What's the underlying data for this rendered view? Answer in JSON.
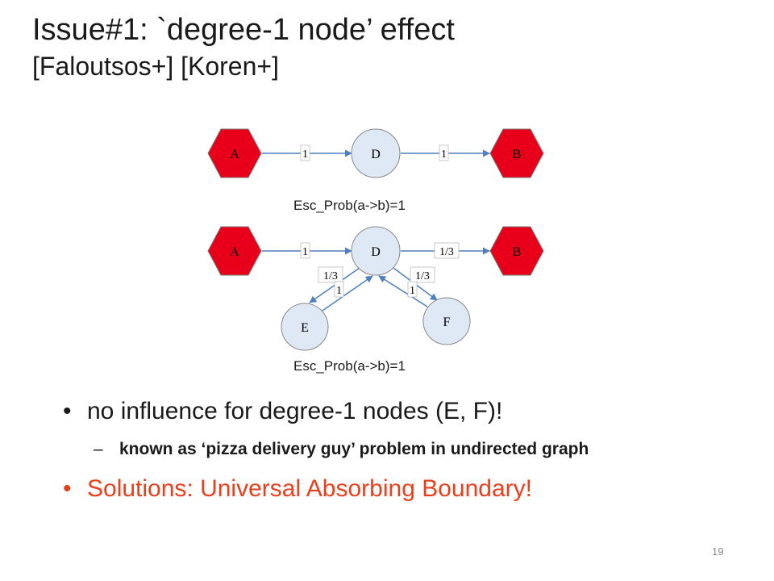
{
  "slide": {
    "title_line1": "Issue#1: `degree-1 node’ effect",
    "title_line2": "[Faloutsos+] [Koren+]",
    "page_number": "19"
  },
  "diagram1": {
    "nodes": {
      "A": "A",
      "D": "D",
      "B": "B"
    },
    "edges": {
      "a_d": "1",
      "d_b": "1"
    },
    "caption": "Esc_Prob(a->b)=1"
  },
  "diagram2": {
    "nodes": {
      "A": "A",
      "D": "D",
      "B": "B",
      "E": "E",
      "F": "F"
    },
    "edges": {
      "a_d": "1",
      "d_b": "1/3",
      "d_e": "1/3",
      "e_d": "1",
      "d_f": "1/3",
      "f_d": "1"
    },
    "caption": "Esc_Prob(a->b)=1"
  },
  "bullets": {
    "b1": "no influence for degree-1 nodes (E, F)!",
    "sub1": "known as ‘pizza delivery guy’ problem in undirected graph",
    "b2": "Solutions: Universal Absorbing Boundary!"
  },
  "colors": {
    "hexagon_fill": "#e8001a",
    "circle_fill": "#dfe8f5",
    "edge": "#4f7fc0",
    "accent_text": "#e8401c"
  }
}
